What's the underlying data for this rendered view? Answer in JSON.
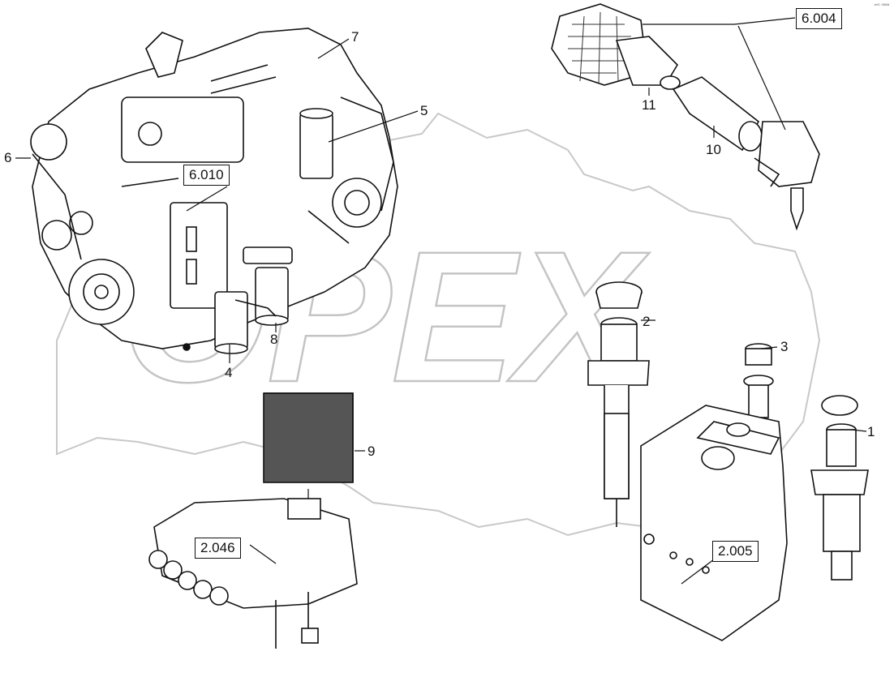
{
  "watermark": "OPEX",
  "corner_mark": "ᵉᴵᴼ ⁰⁰⁶⁶",
  "callouts": [
    {
      "id": "1",
      "label": "1"
    },
    {
      "id": "2",
      "label": "2"
    },
    {
      "id": "3",
      "label": "3"
    },
    {
      "id": "4",
      "label": "4"
    },
    {
      "id": "5",
      "label": "5"
    },
    {
      "id": "6",
      "label": "6"
    },
    {
      "id": "7",
      "label": "7"
    },
    {
      "id": "8",
      "label": "8"
    },
    {
      "id": "9",
      "label": "9"
    },
    {
      "id": "10",
      "label": "10"
    },
    {
      "id": "11",
      "label": "11"
    }
  ],
  "references": {
    "engine": "6.010",
    "air_filter": "6.004",
    "cab_unit": "2.046",
    "hydraulic_tank": "2.005"
  }
}
